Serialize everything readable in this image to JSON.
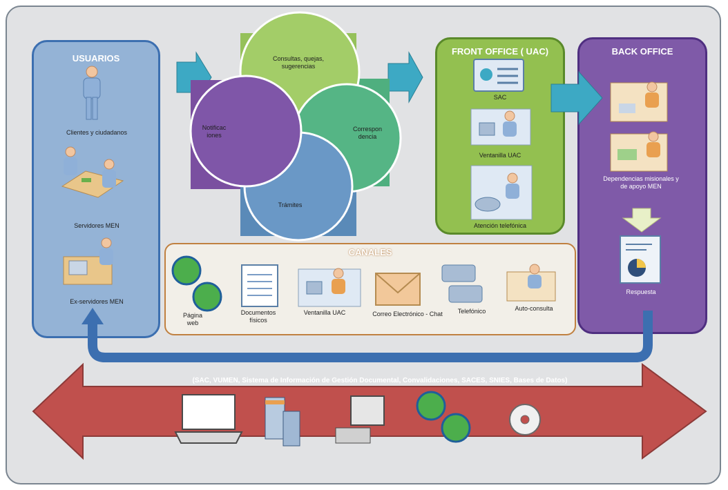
{
  "usuarios": {
    "title": "USUARIOS",
    "items": [
      "Clientes y ciudadanos",
      "Servidores MEN",
      "Ex-servidores MEN"
    ]
  },
  "venn": {
    "consultas": "Consultas, quejas, sugerencias",
    "notificaciones": "Notificac iones",
    "correspondencia": "Correspon dencia",
    "tramites": "Trámites"
  },
  "front_office": {
    "title": "FRONT OFFICE ( UAC)",
    "items": [
      "SAC",
      "Ventanilla UAC",
      "Atención telefónica"
    ]
  },
  "back_office": {
    "title": "BACK OFFICE",
    "dependencias": "Dependencias misionales y de apoyo MEN",
    "respuesta": "Respuesta"
  },
  "canales": {
    "title": "CANALES",
    "items": [
      "Página web",
      "Documentos físicos",
      "Ventanilla UAC",
      "Correo Electrónico - Chat",
      "Telefónico",
      "Auto-consulta"
    ]
  },
  "systems": {
    "label": "(SAC, VUMEN, Sistema de Información de Gestión Documental, Convalidaciones, SACES, SNIES, Bases de Datos)"
  },
  "colors": {
    "usuarios": "#94b3d6",
    "front_office": "#93c050",
    "back_office": "#7f5aa8",
    "arrow_teal": "#3da9c4",
    "systems_arrow": "#c0504d"
  }
}
